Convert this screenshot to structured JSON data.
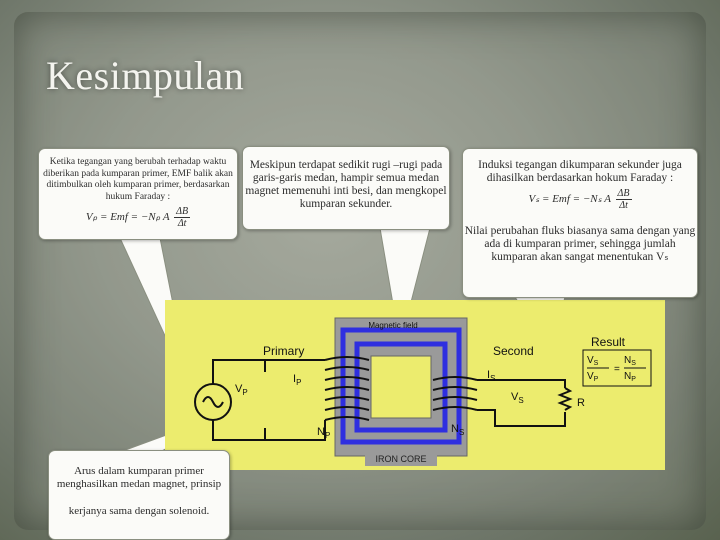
{
  "slide": {
    "title": "Kesimpulan"
  },
  "bubbles": {
    "faraday_primary": {
      "text": "Ketika tegangan yang berubah terhadap waktu diberikan pada kumparan primer, EMF balik akan ditimbulkan oleh kumparan primer, berdasarkan hukum Faraday :",
      "formula_lhs": "Vₚ = Emf = −Nₚ A",
      "formula_num": "ΔB",
      "formula_den": "Δt"
    },
    "losses": {
      "text": "Meskipun terdapat sedikit rugi –rugi pada garis-garis medan, hampir semua medan magnet memenuhi inti besi, dan mengkopel kumparan sekunder."
    },
    "secondary": {
      "text1": "Induksi tegangan dikumparan sekunder juga dihasilkan berdasarkan hokum Faraday :",
      "formula_lhs": "Vₛ = Emf = −Nₛ A",
      "formula_num": "ΔB",
      "formula_den": "Δt",
      "text2": "Nilai perubahan fluks biasanya sama dengan yang ada di kumparan primer, sehingga jumlah kumparan akan sangat menentukan Vₛ"
    },
    "current": {
      "text1": "Arus dalam kumparan primer menghasilkan medan magnet, prinsip",
      "text2": "kerjanya sama dengan solenoid."
    }
  },
  "diagram": {
    "primary_label": "Primary",
    "secondary_label": "Second",
    "result_label": "Result",
    "magnetic_field_label": "Magnetic field",
    "iron_core_label": "IRON CORE",
    "vp": "V",
    "vp_sub": "P",
    "ip": "I",
    "ip_sub": "P",
    "np": "N",
    "np_sub": "P",
    "ns": "N",
    "ns_sub": "S",
    "is": "I",
    "is_sub": "S",
    "vs": "V",
    "vs_sub": "S",
    "r": "R",
    "result_vs": "V",
    "result_vs_sub": "S",
    "result_vp": "V",
    "result_vp_sub": "P",
    "result_ns": "N",
    "result_ns_sub": "S",
    "result_np": "N",
    "result_np_sub": "P",
    "equals": "=",
    "colors": {
      "background": "#ecec6e",
      "core": "#9a9a9a",
      "field": "#2f2fe0",
      "wire": "#111111"
    }
  }
}
